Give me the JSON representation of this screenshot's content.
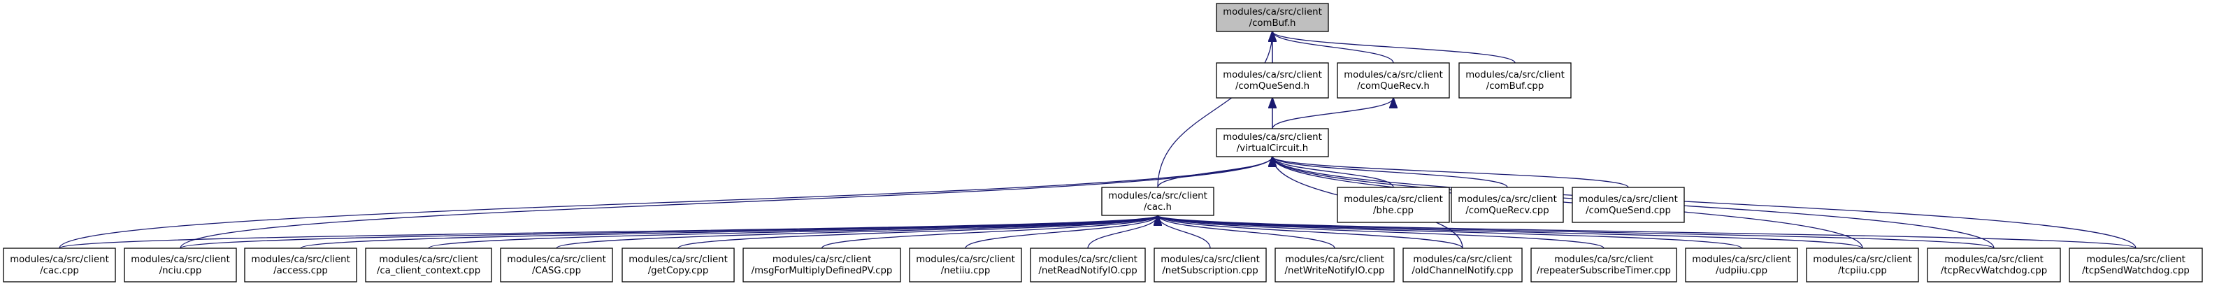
{
  "graph": {
    "type": "include-dependency-graph",
    "colors": {
      "edge": "#191970",
      "root_fill": "#bfbfbf",
      "node_fill": "#ffffff",
      "node_border": "#000000"
    },
    "nodes": [
      {
        "id": "combuf_h",
        "lines": [
          "modules/ca/src/client",
          "/comBuf.h"
        ],
        "root": true
      },
      {
        "id": "comquesend_h",
        "lines": [
          "modules/ca/src/client",
          "/comQueSend.h"
        ]
      },
      {
        "id": "comquerecv_h",
        "lines": [
          "modules/ca/src/client",
          "/comQueRecv.h"
        ]
      },
      {
        "id": "combuf_cpp",
        "lines": [
          "modules/ca/src/client",
          "/comBuf.cpp"
        ]
      },
      {
        "id": "virtualcircuit_h",
        "lines": [
          "modules/ca/src/client",
          "/virtualCircuit.h"
        ]
      },
      {
        "id": "cac_h",
        "lines": [
          "modules/ca/src/client",
          "/cac.h"
        ]
      },
      {
        "id": "bhe_cpp",
        "lines": [
          "modules/ca/src/client",
          "/bhe.cpp"
        ]
      },
      {
        "id": "comquerecv_cpp",
        "lines": [
          "modules/ca/src/client",
          "/comQueRecv.cpp"
        ]
      },
      {
        "id": "comquesend_cpp",
        "lines": [
          "modules/ca/src/client",
          "/comQueSend.cpp"
        ]
      },
      {
        "id": "cac_cpp",
        "lines": [
          "modules/ca/src/client",
          "/cac.cpp"
        ]
      },
      {
        "id": "nciu_cpp",
        "lines": [
          "modules/ca/src/client",
          "/nciu.cpp"
        ]
      },
      {
        "id": "access_cpp",
        "lines": [
          "modules/ca/src/client",
          "/access.cpp"
        ]
      },
      {
        "id": "ca_client_context_cpp",
        "lines": [
          "modules/ca/src/client",
          "/ca_client_context.cpp"
        ]
      },
      {
        "id": "casg_cpp",
        "lines": [
          "modules/ca/src/client",
          "/CASG.cpp"
        ]
      },
      {
        "id": "getcopy_cpp",
        "lines": [
          "modules/ca/src/client",
          "/getCopy.cpp"
        ]
      },
      {
        "id": "msgformultiplydefinedpv_cpp",
        "lines": [
          "modules/ca/src/client",
          "/msgForMultiplyDefinedPV.cpp"
        ]
      },
      {
        "id": "netiiu_cpp",
        "lines": [
          "modules/ca/src/client",
          "/netiiu.cpp"
        ]
      },
      {
        "id": "netreadnotifyio_cpp",
        "lines": [
          "modules/ca/src/client",
          "/netReadNotifyIO.cpp"
        ]
      },
      {
        "id": "netsubscription_cpp",
        "lines": [
          "modules/ca/src/client",
          "/netSubscription.cpp"
        ]
      },
      {
        "id": "netwritenotifyio_cpp",
        "lines": [
          "modules/ca/src/client",
          "/netWriteNotifyIO.cpp"
        ]
      },
      {
        "id": "oldchannelnotify_cpp",
        "lines": [
          "modules/ca/src/client",
          "/oldChannelNotify.cpp"
        ]
      },
      {
        "id": "repeatersubscribetimer_cpp",
        "lines": [
          "modules/ca/src/client",
          "/repeaterSubscribeTimer.cpp"
        ]
      },
      {
        "id": "udpiiu_cpp",
        "lines": [
          "modules/ca/src/client",
          "/udpiiu.cpp"
        ]
      },
      {
        "id": "tcpiiu_cpp",
        "lines": [
          "modules/ca/src/client",
          "/tcpiiu.cpp"
        ]
      },
      {
        "id": "tcprecvwatchdog_cpp",
        "lines": [
          "modules/ca/src/client",
          "/tcpRecvWatchdog.cpp"
        ]
      },
      {
        "id": "tcpsendwatchdog_cpp",
        "lines": [
          "modules/ca/src/client",
          "/tcpSendWatchdog.cpp"
        ]
      }
    ],
    "edges": [
      {
        "from": "comquesend_h",
        "to": "combuf_h"
      },
      {
        "from": "comquerecv_h",
        "to": "combuf_h"
      },
      {
        "from": "combuf_cpp",
        "to": "combuf_h"
      },
      {
        "from": "virtualcircuit_h",
        "to": "combuf_h"
      },
      {
        "from": "cac_h",
        "to": "combuf_h"
      },
      {
        "from": "virtualcircuit_h",
        "to": "comquesend_h"
      },
      {
        "from": "virtualcircuit_h",
        "to": "comquerecv_h"
      },
      {
        "from": "cac_h",
        "to": "virtualcircuit_h"
      },
      {
        "from": "bhe_cpp",
        "to": "virtualcircuit_h"
      },
      {
        "from": "comquerecv_cpp",
        "to": "virtualcircuit_h"
      },
      {
        "from": "comquesend_cpp",
        "to": "virtualcircuit_h"
      },
      {
        "from": "cac_cpp",
        "to": "virtualcircuit_h"
      },
      {
        "from": "nciu_cpp",
        "to": "virtualcircuit_h"
      },
      {
        "from": "oldchannelnotify_cpp",
        "to": "virtualcircuit_h"
      },
      {
        "from": "tcpiiu_cpp",
        "to": "virtualcircuit_h"
      },
      {
        "from": "tcprecvwatchdog_cpp",
        "to": "virtualcircuit_h"
      },
      {
        "from": "tcpsendwatchdog_cpp",
        "to": "virtualcircuit_h"
      },
      {
        "from": "cac_cpp",
        "to": "cac_h"
      },
      {
        "from": "nciu_cpp",
        "to": "cac_h"
      },
      {
        "from": "access_cpp",
        "to": "cac_h"
      },
      {
        "from": "ca_client_context_cpp",
        "to": "cac_h"
      },
      {
        "from": "casg_cpp",
        "to": "cac_h"
      },
      {
        "from": "getcopy_cpp",
        "to": "cac_h"
      },
      {
        "from": "msgformultiplydefinedpv_cpp",
        "to": "cac_h"
      },
      {
        "from": "netiiu_cpp",
        "to": "cac_h"
      },
      {
        "from": "netreadnotifyio_cpp",
        "to": "cac_h"
      },
      {
        "from": "netsubscription_cpp",
        "to": "cac_h"
      },
      {
        "from": "netwritenotifyio_cpp",
        "to": "cac_h"
      },
      {
        "from": "oldchannelnotify_cpp",
        "to": "cac_h"
      },
      {
        "from": "repeatersubscribetimer_cpp",
        "to": "cac_h"
      },
      {
        "from": "udpiiu_cpp",
        "to": "cac_h"
      },
      {
        "from": "tcpiiu_cpp",
        "to": "cac_h"
      },
      {
        "from": "tcprecvwatchdog_cpp",
        "to": "cac_h"
      },
      {
        "from": "tcpsendwatchdog_cpp",
        "to": "cac_h"
      }
    ]
  }
}
